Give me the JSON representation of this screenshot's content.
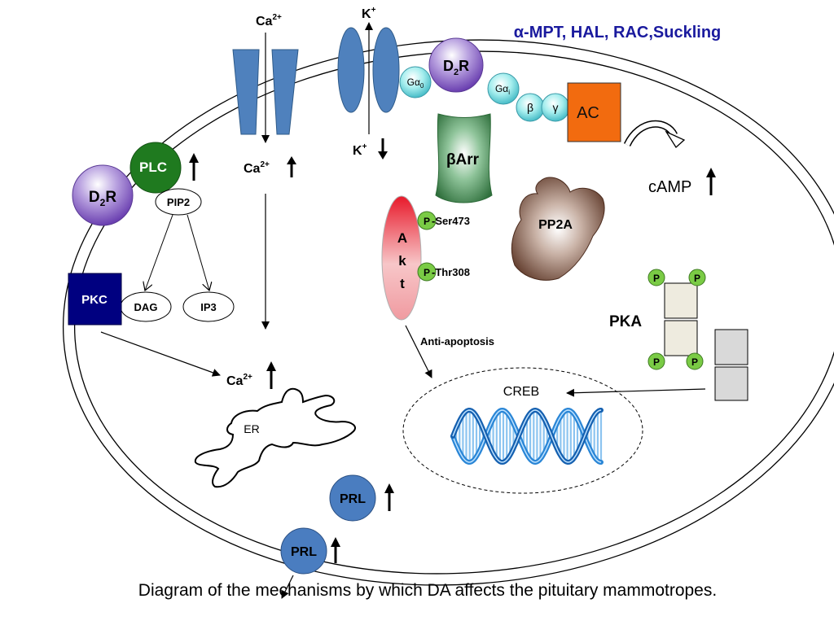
{
  "title": "α-MPT, HAL, RAC,Suckling",
  "caption": "Diagram of the mechanisms by which DA affects the pituitary mammotropes.",
  "ions": {
    "ca_top": "Ca",
    "ca_top_sup": "2+",
    "ca_mid": "Ca",
    "ca_mid_sup": "2+",
    "ca_er": "Ca",
    "ca_er_sup": "2+",
    "k_top": "K",
    "k_top_sup": "+",
    "k_mid": "K",
    "k_mid_sup": "+"
  },
  "nodes": {
    "d2r_top": "D",
    "d2r_top_sub": "2",
    "d2r_top_suffix": "R",
    "d2r_left": "D",
    "d2r_left_sub": "2",
    "d2r_left_suffix": "R",
    "g_alpha_0": "Gα",
    "g_alpha_0_sub": "0",
    "g_alpha_i": "Gα",
    "g_alpha_i_sub": "i",
    "beta": "β",
    "gamma": "γ",
    "ac": "AC",
    "camp": "cAMP",
    "barr": "βArr",
    "pp2a": "PP2A",
    "plc": "PLC",
    "pip2": "PIP2",
    "dag": "DAG",
    "ip3": "IP3",
    "pkc": "PKC",
    "pka": "PKA",
    "p": "P",
    "akt": [
      "A",
      "k",
      "t"
    ],
    "p_ser": "P",
    "ser473": "-Ser473",
    "p_thr": "P",
    "thr308": "-Thr308",
    "anti_apoptosis": "Anti-apoptosis",
    "creb": "CREB",
    "er": "ER",
    "prl_inner": "PRL",
    "prl_membrane": "PRL"
  },
  "colors": {
    "title": "#1a1a9e",
    "channel_blue": "#4f81bd",
    "channel_stroke": "#2e5a88",
    "ac_orange": "#f26b0f",
    "plc_green": "#1f7a1f",
    "pkc_navy": "#000080",
    "p_green": "#7acb45",
    "prl_blue": "#4a7dc0",
    "dna_blue": "#2a86d6"
  }
}
